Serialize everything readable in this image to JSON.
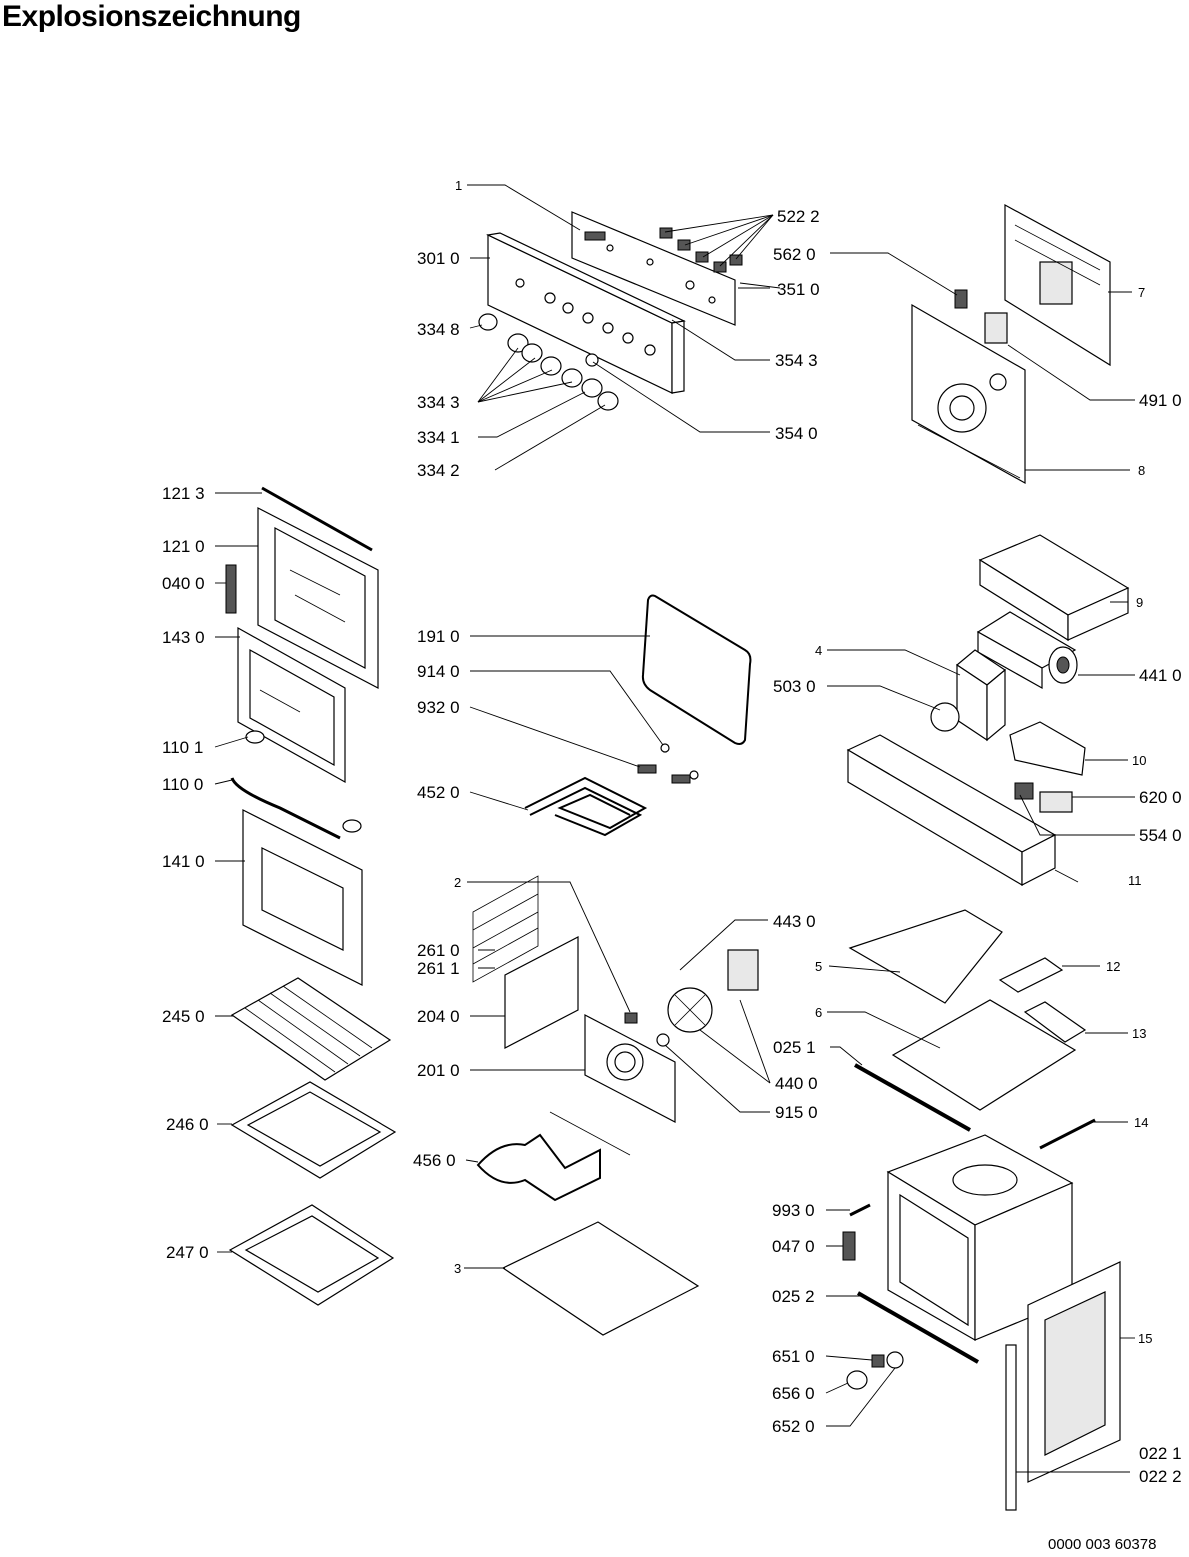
{
  "title": "Explosionszeichnung",
  "doc_number": "0000 003 60378",
  "labels": [
    {
      "text": "1"
    },
    {
      "text": "522 2"
    },
    {
      "text": "301 0"
    },
    {
      "text": "562 0"
    },
    {
      "text": "351 0"
    },
    {
      "text": "7"
    },
    {
      "text": "334 8"
    },
    {
      "text": "354 3"
    },
    {
      "text": "334 3"
    },
    {
      "text": "491 0"
    },
    {
      "text": "334 1"
    },
    {
      "text": "354 0"
    },
    {
      "text": "334 2"
    },
    {
      "text": "8"
    },
    {
      "text": "121 3"
    },
    {
      "text": "121 0"
    },
    {
      "text": "040 0"
    },
    {
      "text": "9"
    },
    {
      "text": "4"
    },
    {
      "text": "441 0"
    },
    {
      "text": "191 0"
    },
    {
      "text": "143 0"
    },
    {
      "text": "914 0"
    },
    {
      "text": "503 0"
    },
    {
      "text": "932 0"
    },
    {
      "text": "110 1"
    },
    {
      "text": "10"
    },
    {
      "text": "110 0"
    },
    {
      "text": "452 0"
    },
    {
      "text": "620 0"
    },
    {
      "text": "554 0"
    },
    {
      "text": "2"
    },
    {
      "text": "141 0"
    },
    {
      "text": "11"
    },
    {
      "text": "443 0"
    },
    {
      "text": "261 0"
    },
    {
      "text": "261 1"
    },
    {
      "text": "5"
    },
    {
      "text": "12"
    },
    {
      "text": "245 0"
    },
    {
      "text": "204 0"
    },
    {
      "text": "6"
    },
    {
      "text": "13"
    },
    {
      "text": "025 1"
    },
    {
      "text": "201 0"
    },
    {
      "text": "440 0"
    },
    {
      "text": "915 0"
    },
    {
      "text": "246 0"
    },
    {
      "text": "14"
    },
    {
      "text": "456 0"
    },
    {
      "text": "993 0"
    },
    {
      "text": "047 0"
    },
    {
      "text": "247 0"
    },
    {
      "text": "3"
    },
    {
      "text": "025 2"
    },
    {
      "text": "15"
    },
    {
      "text": "651 0"
    },
    {
      "text": "656 0"
    },
    {
      "text": "652 0"
    },
    {
      "text": "022 1"
    },
    {
      "text": "022 2"
    }
  ]
}
